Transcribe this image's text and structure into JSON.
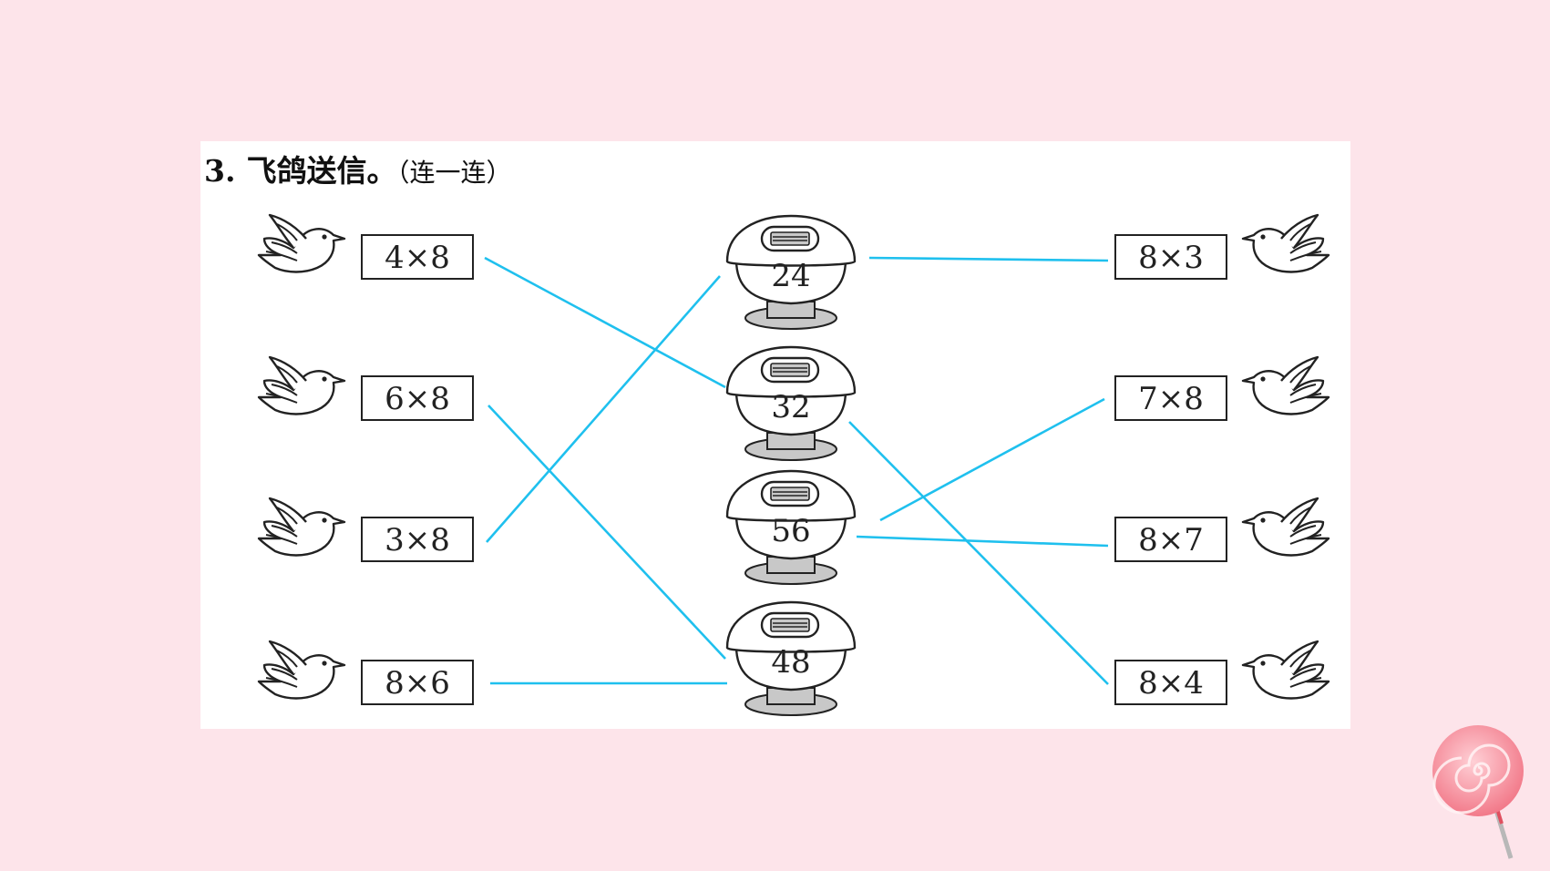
{
  "question": {
    "number": "3.",
    "title": "飞鸽送信。",
    "hint": "（连一连）"
  },
  "left_expressions": [
    "4×8",
    "6×8",
    "3×8",
    "8×6"
  ],
  "mailboxes": [
    "24",
    "32",
    "56",
    "48"
  ],
  "right_expressions": [
    "8×3",
    "7×8",
    "8×7",
    "8×4"
  ],
  "connections": [
    {
      "from": "4×8",
      "to": "32"
    },
    {
      "from": "6×8",
      "to": "48"
    },
    {
      "from": "3×8",
      "to": "24"
    },
    {
      "from": "8×6",
      "to": "48"
    },
    {
      "from": "24",
      "to": "8×3"
    },
    {
      "from": "32",
      "to": "8×4"
    },
    {
      "from": "56",
      "to": "7×8"
    },
    {
      "from": "56",
      "to": "8×7"
    }
  ],
  "colors": {
    "page_background": "#fde4ea",
    "line_color": "#1fc0ee",
    "mailbox_base": "#c8c8c8"
  },
  "icons": [
    "dove-icon",
    "mailbox-icon",
    "lollipop-icon"
  ]
}
